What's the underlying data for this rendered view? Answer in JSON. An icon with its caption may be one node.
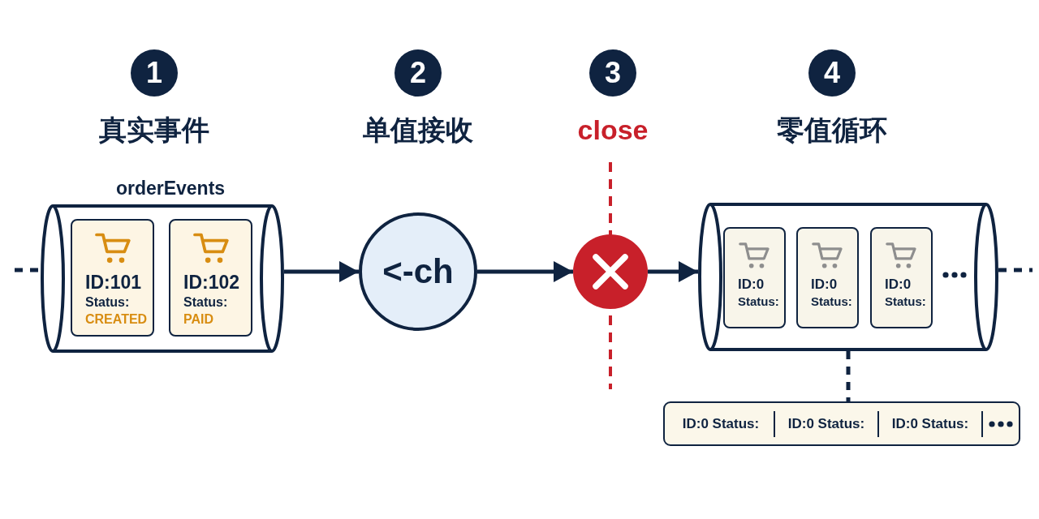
{
  "diagram": {
    "nodes": [
      {
        "text": [
          "orderEvents"
        ]
      },
      {
        "text": [
          "ID:101",
          "Status:",
          "CREATED"
        ],
        "in": 0
      },
      {
        "text": [
          "ID:102",
          "Status:",
          "PAID"
        ],
        "in": 0
      },
      {
        "text": [
          "<-ch"
        ]
      },
      {
        "text": [],
        "shape": "circle"
      },
      {
        "text": [],
        "shape": "cylinder"
      },
      {
        "text": [
          "ID:0",
          "Status:"
        ],
        "in": 5
      },
      {
        "text": [
          "ID:0",
          "Status:"
        ],
        "in": 5
      },
      {
        "text": [
          "ID:0",
          "Status:"
        ],
        "in": 5
      },
      {
        "text": [
          "ID:0 Status:",
          "ID:0 Status:",
          "ID:0 Status:"
        ]
      }
    ],
    "edges": [
      {
        "from": null,
        "to": 0,
        "arrow": "none",
        "style": "dashed"
      },
      {
        "from": 0,
        "to": 3,
        "arrow": "to"
      },
      {
        "from": 3,
        "to": 4,
        "arrow": "to"
      },
      {
        "from": 4,
        "to": 5,
        "arrow": "to"
      },
      {
        "from": 5,
        "to": null,
        "arrow": "none",
        "style": "dashed"
      },
      {
        "from": 5,
        "to": 9,
        "arrow": "none",
        "style": "dashed"
      }
    ],
    "labels": [
      "1",
      "2",
      "3",
      "4",
      "真实事件",
      "单值接收",
      "close",
      "零值循环"
    ]
  }
}
